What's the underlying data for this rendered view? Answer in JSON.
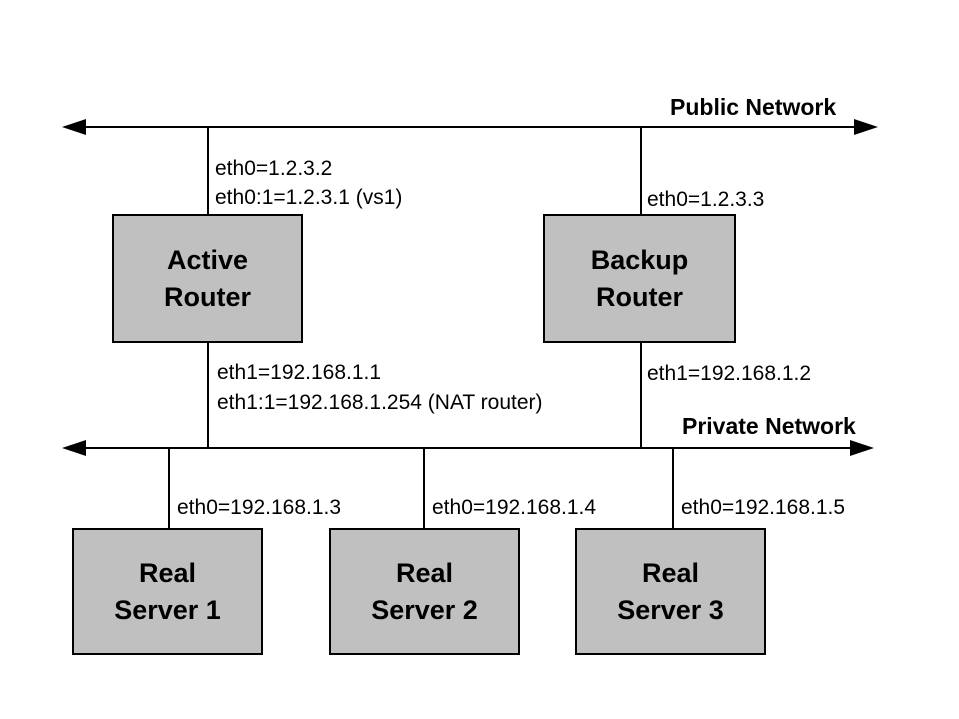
{
  "colors": {
    "box_fill": "#c0c0c0",
    "line": "#000000",
    "background": "#ffffff"
  },
  "public_network": {
    "label": "Public Network",
    "active_router_eth0": "eth0=1.2.3.2",
    "active_router_eth0_alias": "eth0:1=1.2.3.1 (vs1)",
    "backup_router_eth0": "eth0=1.2.3.3"
  },
  "private_network": {
    "label": "Private Network",
    "active_router_eth1": "eth1=192.168.1.1",
    "active_router_eth1_alias": "eth1:1=192.168.1.254 (NAT router)",
    "backup_router_eth1": "eth1=192.168.1.2"
  },
  "routers": [
    {
      "name": "Active\nRouter"
    },
    {
      "name": "Backup\nRouter"
    }
  ],
  "real_servers": [
    {
      "name": "Real\nServer 1",
      "eth0": "eth0=192.168.1.3"
    },
    {
      "name": "Real\nServer 2",
      "eth0": "eth0=192.168.1.4"
    },
    {
      "name": "Real\nServer 3",
      "eth0": "eth0=192.168.1.5"
    }
  ]
}
